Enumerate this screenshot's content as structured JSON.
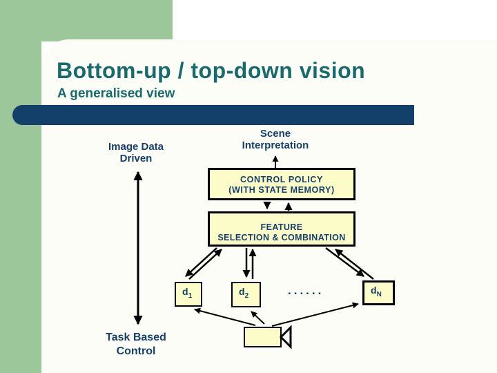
{
  "slide": {
    "title": "Bottom-up / top-down vision",
    "subtitle": "A generalised view"
  },
  "labels": {
    "image_data_driven": [
      "Image Data",
      "Driven"
    ],
    "scene_interpretation": [
      "Scene",
      "Interpretation"
    ],
    "task_based_control": [
      "Task Based",
      "Control"
    ],
    "ellipsis": "......"
  },
  "boxes": {
    "control_policy": {
      "line1": "CONTROL POLICY",
      "line2": "(WITH STATE MEMORY)"
    },
    "feature_selection": {
      "line1": "FEATURE",
      "line2": "SELECTION & COMBINATION"
    },
    "d1": {
      "base": "d",
      "sub": "1"
    },
    "d2": {
      "base": "d",
      "sub": "2"
    },
    "dn": {
      "base": "d",
      "sub": "N"
    }
  },
  "icons": {
    "camera": "video-camera-icon"
  },
  "colors": {
    "green": "#9CC79B",
    "bar_navy": "#133F6B",
    "title_teal": "#186B6D",
    "text_navy": "#14406B",
    "box_fill": "#FCFCC9",
    "arrow_black": "#000000"
  }
}
